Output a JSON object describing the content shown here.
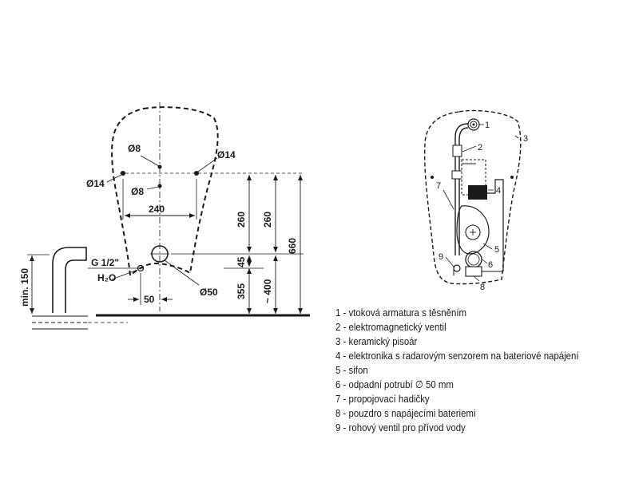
{
  "left_drawing": {
    "dims": {
      "d8_top": "Ø8",
      "d14_right": "Ø14",
      "d14_left": "Ø14",
      "d8_mid": "Ø8",
      "w240": "240",
      "h260_a": "260",
      "h260_b": "260",
      "h660": "660",
      "h45": "45",
      "h355": "355",
      "h400": "~ 400",
      "w50": "50",
      "d50": "Ø50",
      "min150": "min. 150",
      "g12": "G 1/2\"",
      "h2o": "H₂O"
    }
  },
  "right_drawing": {
    "callouts": [
      "1",
      "2",
      "3",
      "4",
      "5",
      "6",
      "7",
      "8",
      "9"
    ]
  },
  "legend": [
    "1 - vtoková armatura s těsněním",
    "2 - elektromagnetický ventil",
    "3 - keramický pisoár",
    "4 - elektronika s radarovým senzorem na bateriové napájení",
    "5 - sifon",
    "6 - odpadní potrubí ∅ 50 mm",
    "7 - propojovací hadičky",
    "8 - pouzdro s napájecími bateriemi",
    "9 - rohový ventil pro přívod vody"
  ]
}
